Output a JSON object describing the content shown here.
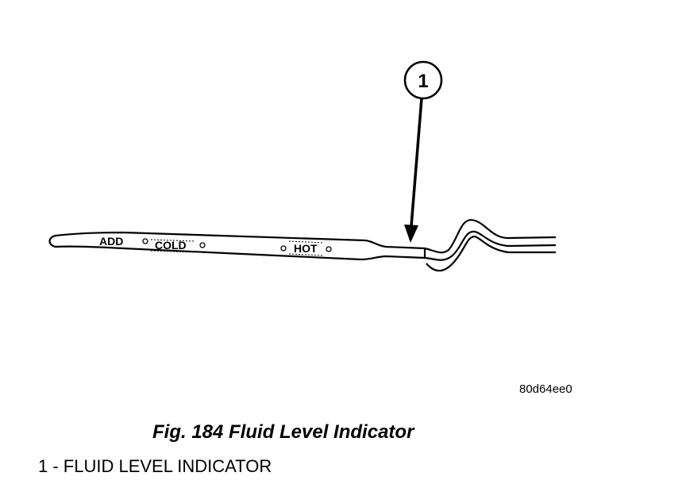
{
  "figure": {
    "callout_number": "1",
    "dipstick_marks": {
      "add": "ADD",
      "cold": "COLD",
      "hot": "HOT"
    },
    "image_code": "80d64ee0"
  },
  "caption": "Fig. 184 Fluid Level Indicator",
  "legend": [
    {
      "text": "1 - FLUID LEVEL INDICATOR"
    }
  ]
}
